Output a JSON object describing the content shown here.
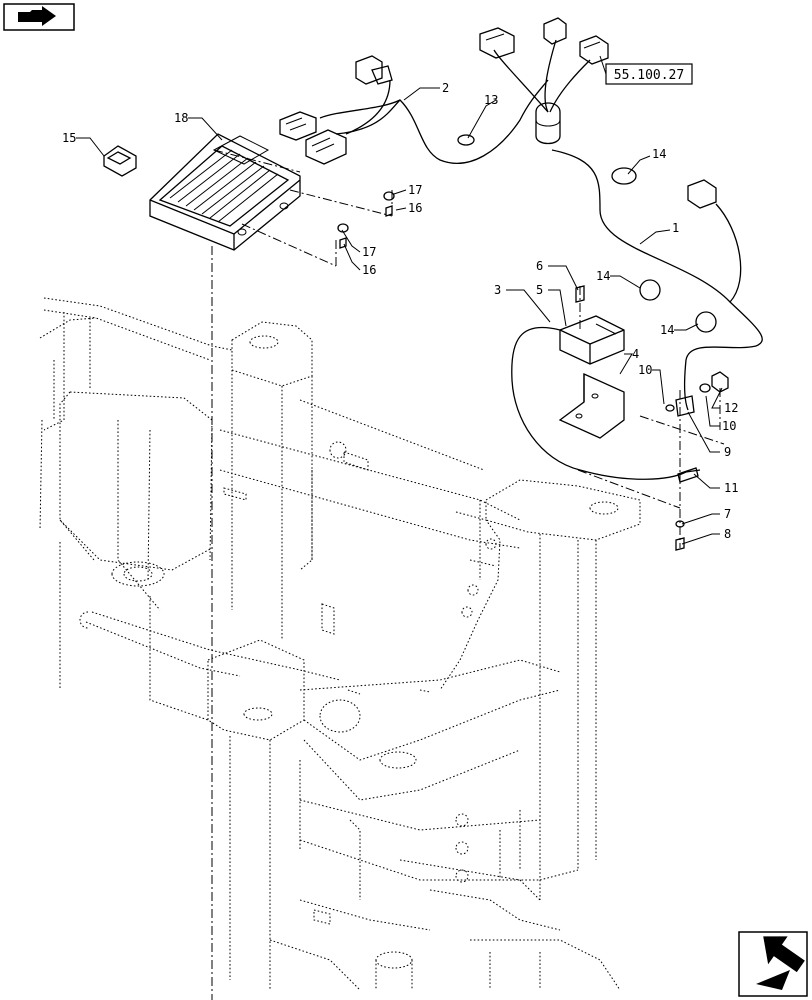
{
  "nav": {
    "prev_icon": "arrow-left-icon",
    "next_icon": "arrow-right-icon"
  },
  "reference_box": {
    "label": "55.100.27"
  },
  "callouts": [
    {
      "id": "c1",
      "label": "1"
    },
    {
      "id": "c2",
      "label": "2"
    },
    {
      "id": "c3",
      "label": "3"
    },
    {
      "id": "c4",
      "label": "4"
    },
    {
      "id": "c5",
      "label": "5"
    },
    {
      "id": "c6",
      "label": "6"
    },
    {
      "id": "c7",
      "label": "7"
    },
    {
      "id": "c8",
      "label": "8"
    },
    {
      "id": "c9",
      "label": "9"
    },
    {
      "id": "c10a",
      "label": "10"
    },
    {
      "id": "c10b",
      "label": "10"
    },
    {
      "id": "c11",
      "label": "11"
    },
    {
      "id": "c12",
      "label": "12"
    },
    {
      "id": "c13",
      "label": "13"
    },
    {
      "id": "c14a",
      "label": "14"
    },
    {
      "id": "c14b",
      "label": "14"
    },
    {
      "id": "c14c",
      "label": "14"
    },
    {
      "id": "c15",
      "label": "15"
    },
    {
      "id": "c16a",
      "label": "16"
    },
    {
      "id": "c16b",
      "label": "16"
    },
    {
      "id": "c17a",
      "label": "17"
    },
    {
      "id": "c17b",
      "label": "17"
    },
    {
      "id": "c18",
      "label": "18"
    }
  ]
}
